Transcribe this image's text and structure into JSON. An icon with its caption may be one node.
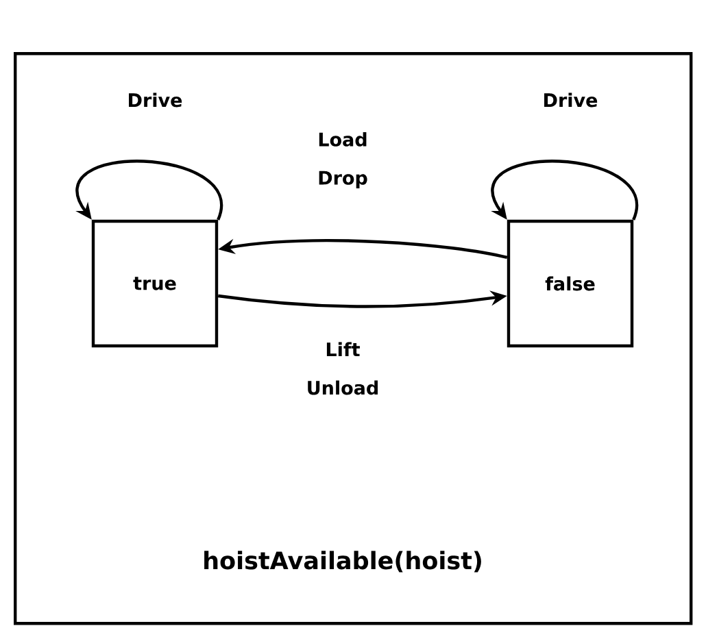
{
  "diagram": {
    "nodes": [
      {
        "text": [
          "hoistAvailable(hoist)"
        ]
      },
      {
        "text": [
          "true"
        ],
        "in": 0
      },
      {
        "text": [
          "false"
        ],
        "in": 0
      }
    ],
    "edges": [
      {
        "from": 1,
        "to": 1,
        "arrow": "to",
        "label": "Drive"
      },
      {
        "from": 2,
        "to": 2,
        "arrow": "to",
        "label": "Drive"
      },
      {
        "from": 2,
        "to": 1,
        "arrow": "to",
        "label": "Load Drop"
      },
      {
        "from": 1,
        "to": 2,
        "arrow": "to",
        "label": "Lift Unload"
      }
    ]
  }
}
